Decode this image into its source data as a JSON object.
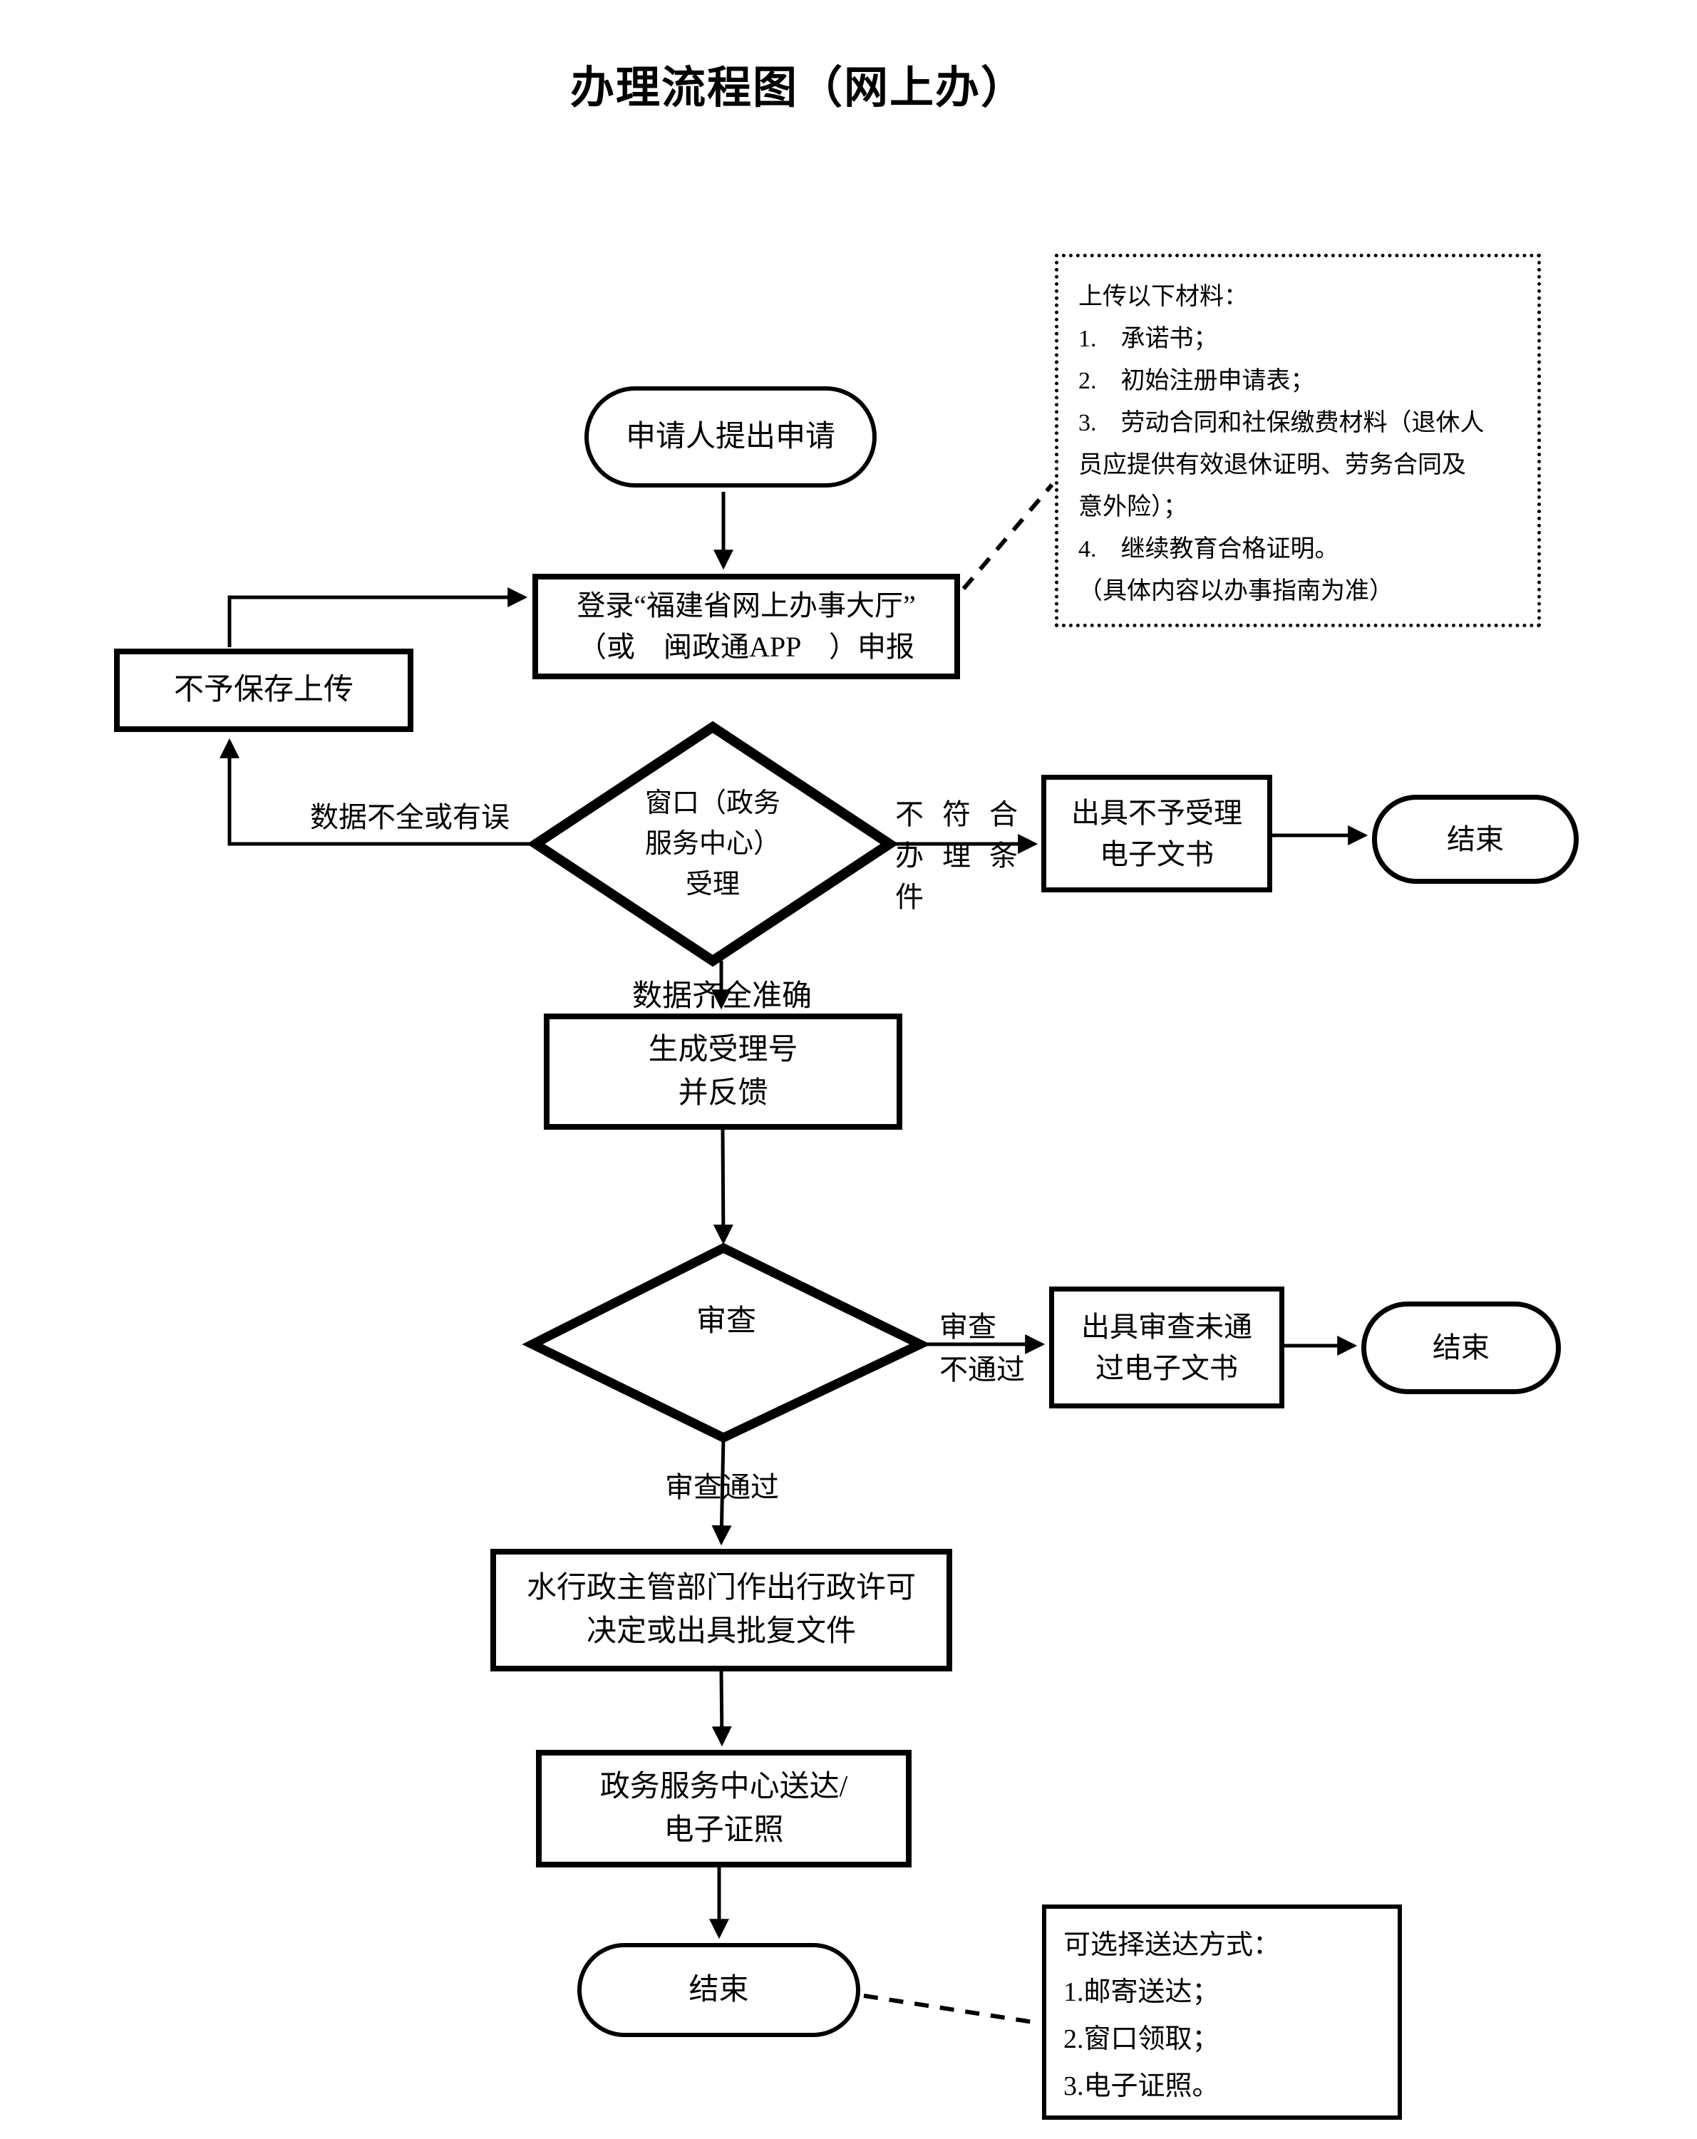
{
  "title": "办理流程图（网上办）",
  "nodes": {
    "start": {
      "label": "申请人提出申请"
    },
    "login": {
      "line1": "登录“福建省网上办事大厅”",
      "line2": "（或　闽政通APP　）申报"
    },
    "no_save": {
      "label": "不予保存上传"
    },
    "accept": {
      "line1": "窗口（政务",
      "line2": "服务中心）",
      "line3": "受理"
    },
    "reject_doc": {
      "line1": "出具不予受理",
      "line2": "电子文书"
    },
    "end1": {
      "label": "结束"
    },
    "receipt": {
      "line1": "生成受理号",
      "line2": "并反馈"
    },
    "review": {
      "label": "审查"
    },
    "review_fail_doc": {
      "line1": "出具审查未通",
      "line2": "过电子文书"
    },
    "end2": {
      "label": "结束"
    },
    "decision": {
      "line1": "水行政主管部门作出行政许可",
      "line2": "决定或出具批复文件"
    },
    "delivery": {
      "line1": "政务服务中心送达/",
      "line2": "电子证照"
    },
    "end3": {
      "label": "结束"
    }
  },
  "labels": {
    "incomplete": "数据不全或有误",
    "not_eligible": {
      "line1": "不符合",
      "line2": "办理条",
      "line3": "件"
    },
    "complete": "数据齐全准确",
    "review_fail": {
      "line1": "审查",
      "line2": "不通过"
    },
    "review_pass": "审查通过"
  },
  "notes": {
    "materials": {
      "lines": [
        "上传以下材料：",
        "1.　承诺书；",
        "2.　初始注册申请表；",
        "3.　劳动合同和社保缴费材料（退休人",
        "员应提供有效退休证明、劳务合同及",
        "意外险）；",
        "4.　继续教育合格证明。",
        "（具体内容以办事指南为准）"
      ]
    },
    "delivery_options": {
      "lines": [
        "可选择送达方式：",
        "1.邮寄送达；",
        "2.窗口领取；",
        "3.电子证照。"
      ]
    }
  },
  "colors": {
    "ink": "#000000",
    "background": "#ffffff"
  }
}
